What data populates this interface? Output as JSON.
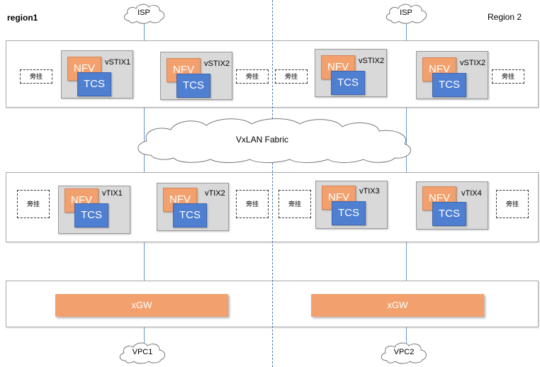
{
  "regions": {
    "left": "region1",
    "right": "Region 2"
  },
  "top_clouds": [
    "ISP",
    "ISP"
  ],
  "bottom_clouds": [
    "VPC1",
    "VPC2"
  ],
  "fabric": "VxLAN Fabric",
  "stix_nodes": [
    {
      "nfv": "NFV",
      "tcs": "TCS",
      "label": "vSTIX1"
    },
    {
      "nfv": "NFV",
      "tcs": "TCS",
      "label": "vSTIX2"
    },
    {
      "nfv": "NFV",
      "tcs": "TCS",
      "label": "vSTIX2"
    },
    {
      "nfv": "NFV",
      "tcs": "TCS",
      "label": "vSTIX2"
    }
  ],
  "tix_nodes": [
    {
      "nfv": "NFV",
      "tcs": "TCS",
      "label": "vTIX1"
    },
    {
      "nfv": "NFV",
      "tcs": "TCS",
      "label": "vTIX2"
    },
    {
      "nfv": "NFV",
      "tcs": "TCS",
      "label": "vTIX3"
    },
    {
      "nfv": "NFV",
      "tcs": "TCS",
      "label": "vTIX4"
    }
  ],
  "bypass_label": "旁挂",
  "gateways": [
    "xGW",
    "xGW"
  ]
}
